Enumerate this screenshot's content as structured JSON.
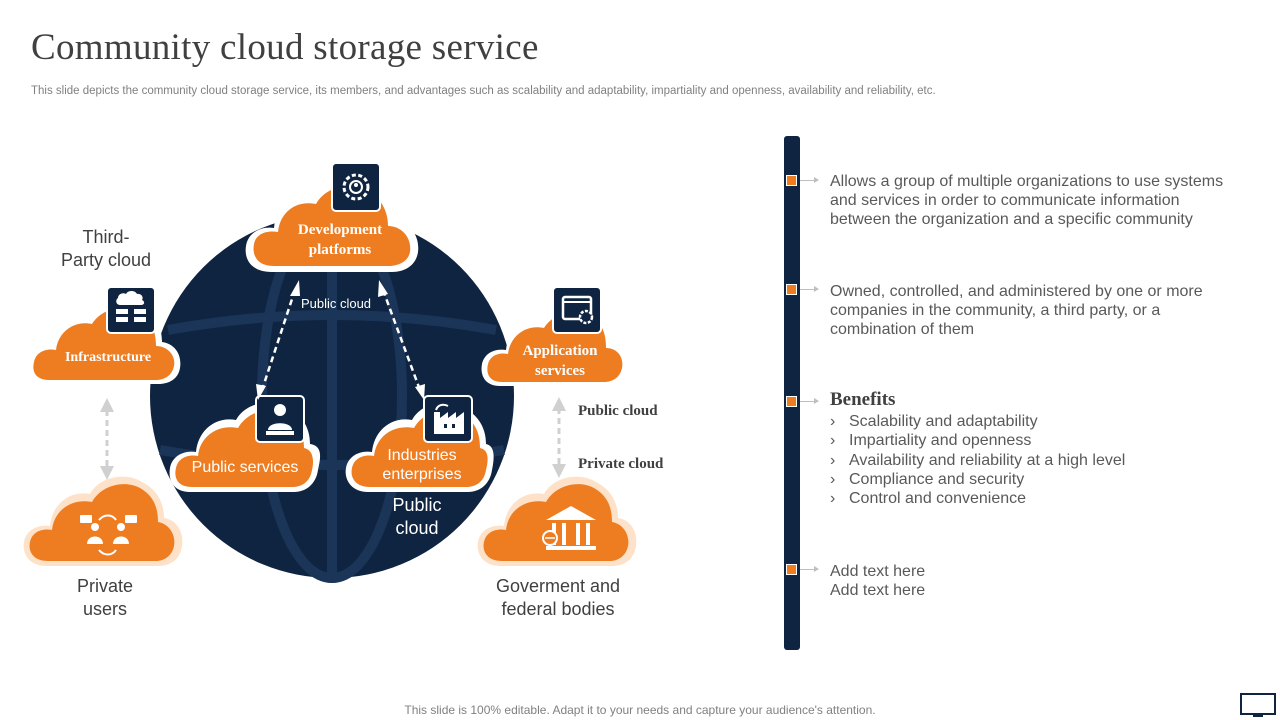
{
  "title": "Community cloud storage service",
  "subtitle": "This slide depicts the community cloud storage service, its members, and advantages such as scalability and adaptability, impartiality and openness, availability and reliability, etc.",
  "footer": "This slide is 100% editable. Adapt it to your needs and capture your audience's attention.",
  "colors": {
    "orange": "#ee7d22",
    "navy": "#0f2440",
    "text": "#595959"
  },
  "diagram": {
    "third_party_label_1": "Third-",
    "third_party_label_2": "Party cloud",
    "infrastructure": "Infrastructure",
    "dev_platforms_1": "Development",
    "dev_platforms_2": "platforms",
    "app_services_1": "Application",
    "app_services_2": "services",
    "public_cloud_top": "Public cloud",
    "public_services": "Public services",
    "industries_1": "Industries",
    "industries_2": "enterprises",
    "public_cloud_center_1": "Public",
    "public_cloud_center_2": "cloud",
    "public_cloud_right": "Public cloud",
    "private_cloud_right": "Private cloud",
    "private_users_1": "Private",
    "private_users_2": "users",
    "government_1": "Goverment and",
    "government_2": "federal bodies",
    "icons": [
      "gear-people-icon",
      "server-cloud-icon",
      "browser-gear-icon",
      "person-card-icon",
      "factory-icon",
      "people-exchange-icon",
      "government-building-icon"
    ]
  },
  "points": [
    {
      "text": "Allows a group of multiple organizations to use systems and services in order to communicate information between the organization and a specific community"
    },
    {
      "text": "Owned, controlled, and administered by one or more companies in the community, a third party, or a combination of them"
    },
    {
      "title": "Benefits",
      "items": [
        "Scalability and adaptability",
        "Impartiality and openness",
        "Availability and reliability at a high level",
        "Compliance and security",
        "Control and convenience"
      ]
    },
    {
      "line1": "Add text here",
      "line2": "Add text here"
    }
  ]
}
